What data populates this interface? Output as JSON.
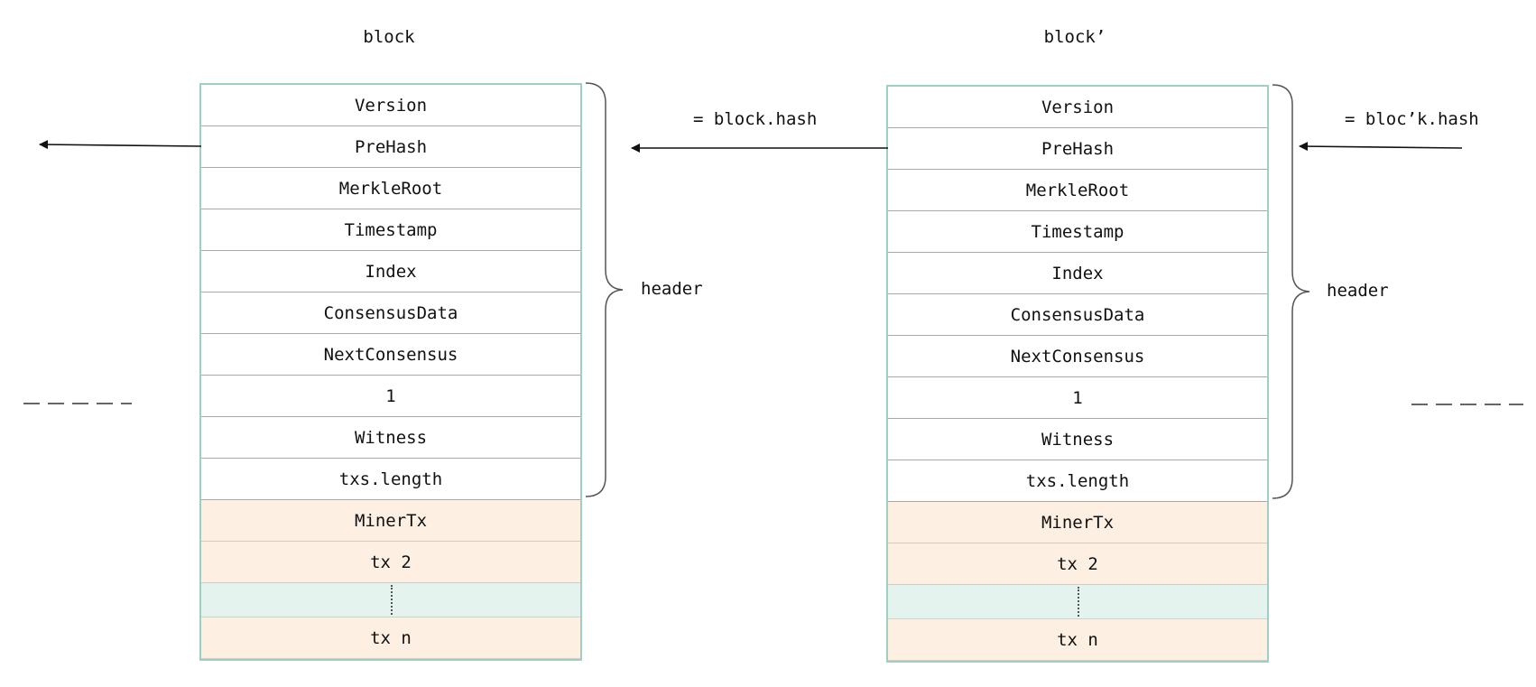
{
  "blocks": [
    {
      "title": "block",
      "header_rows": [
        "Version",
        "PreHash",
        "MerkleRoot",
        "Timestamp",
        "Index",
        "ConsensusData",
        "NextConsensus",
        "1",
        "Witness",
        "txs.length"
      ],
      "tx_rows": [
        "MinerTx",
        "tx 2",
        "",
        "tx n"
      ]
    },
    {
      "title": "block’",
      "header_rows": [
        "Version",
        "PreHash",
        "MerkleRoot",
        "Timestamp",
        "Index",
        "ConsensusData",
        "NextConsensus",
        "1",
        "Witness",
        "txs.length"
      ],
      "tx_rows": [
        "MinerTx",
        "tx 2",
        "",
        "tx n"
      ]
    }
  ],
  "annotations": {
    "block1_header": "header",
    "block2_header": "header",
    "block1_hash_ref": "= block.hash",
    "block2_hash_ref": "= bloc’k.hash"
  },
  "colors": {
    "box_border": "#9fcfc4",
    "tx_fill": "#fdf0e2",
    "gap_fill": "#e5f3ee",
    "tx_border": "#f3c48c"
  }
}
